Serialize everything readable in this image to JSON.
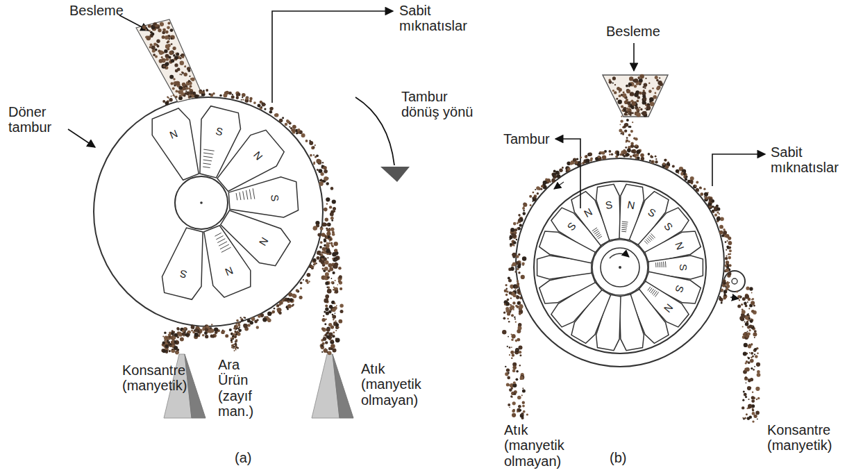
{
  "diagram": {
    "labels": [
      "Besleme",
      "Sabit mıknatıslar",
      "Döner tambur",
      "Tambur dönüş yönü",
      "Konsantre (manyetik)",
      "Ara Ürün (zayıf man.)",
      "Atık (manyetik olmayan)",
      "(a)",
      "N",
      "S",
      "N",
      "S",
      "N",
      "N",
      "S",
      "Besleme",
      "Tambur",
      "Sabit mıknatıslar",
      "Atık (manyetik olmayan)",
      "Konsantre (manyetik)",
      "(b)",
      "S",
      "N",
      "S",
      "N",
      "S",
      "S",
      "N",
      "S",
      "S",
      "N"
    ]
  }
}
